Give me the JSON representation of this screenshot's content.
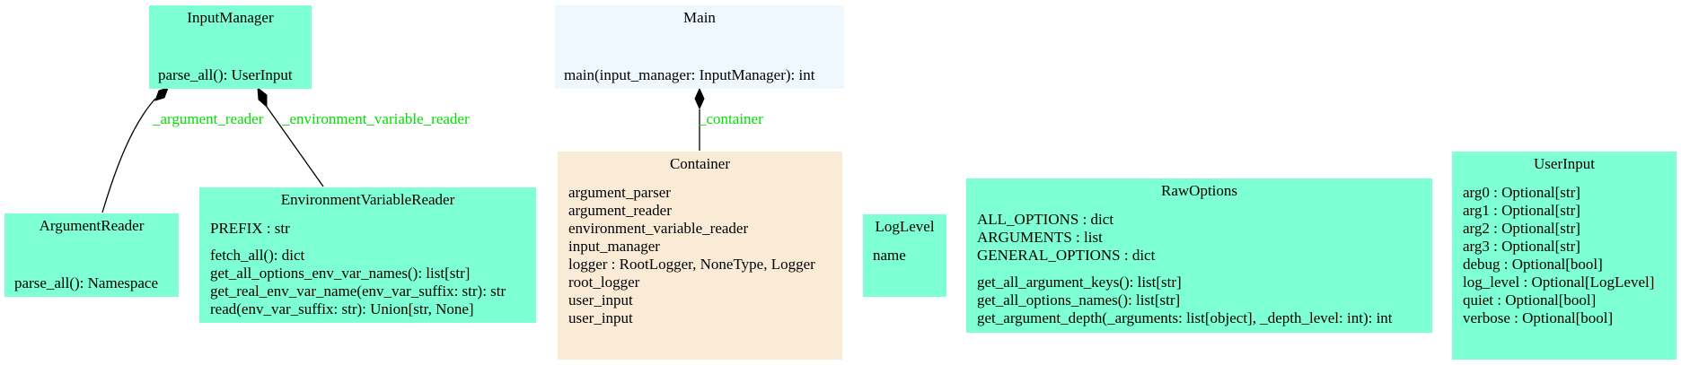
{
  "colors": {
    "class_fill": "#7fffd4",
    "main_fill": "#f0f8ff",
    "container_fill": "#faebd7",
    "edge_label": "#00e000",
    "edge": "#000000"
  },
  "nodes": {
    "input_manager": {
      "title": "InputManager",
      "methods": [
        "parse_all(): UserInput"
      ]
    },
    "main": {
      "title": "Main",
      "methods": [
        "main(input_manager: InputManager): int"
      ]
    },
    "argument_reader": {
      "title": "ArgumentReader",
      "methods": [
        "parse_all(): Namespace"
      ]
    },
    "env_reader": {
      "title": "EnvironmentVariableReader",
      "attributes": [
        "PREFIX : str"
      ],
      "methods": [
        "fetch_all(): dict",
        "get_all_options_env_var_names(): list[str]",
        "get_real_env_var_name(env_var_suffix: str): str",
        "read(env_var_suffix: str): Union[str, None]"
      ]
    },
    "container": {
      "title": "Container",
      "attributes": [
        "argument_parser",
        "argument_reader",
        "environment_variable_reader",
        "input_manager",
        "logger : RootLogger, NoneType, Logger",
        "root_logger",
        "user_input",
        "user_input"
      ]
    },
    "log_level": {
      "title": "LogLevel",
      "attributes": [
        "name"
      ]
    },
    "raw_options": {
      "title": "RawOptions",
      "attributes": [
        "ALL_OPTIONS : dict",
        "ARGUMENTS : list",
        "GENERAL_OPTIONS : dict"
      ],
      "methods": [
        "get_all_argument_keys(): list[str]",
        "get_all_options_names(): list[str]",
        "get_argument_depth(_arguments: list[object], _depth_level: int): int"
      ]
    },
    "user_input": {
      "title": "UserInput",
      "attributes": [
        "arg0 : Optional[str]",
        "arg1 : Optional[str]",
        "arg2 : Optional[str]",
        "arg3 : Optional[str]",
        "debug : Optional[bool]",
        "log_level : Optional[LogLevel]",
        "quiet : Optional[bool]",
        "verbose : Optional[bool]"
      ]
    }
  },
  "edges": {
    "argument_reader": "_argument_reader",
    "env_reader": "_environment_variable_reader",
    "container": "_container"
  }
}
